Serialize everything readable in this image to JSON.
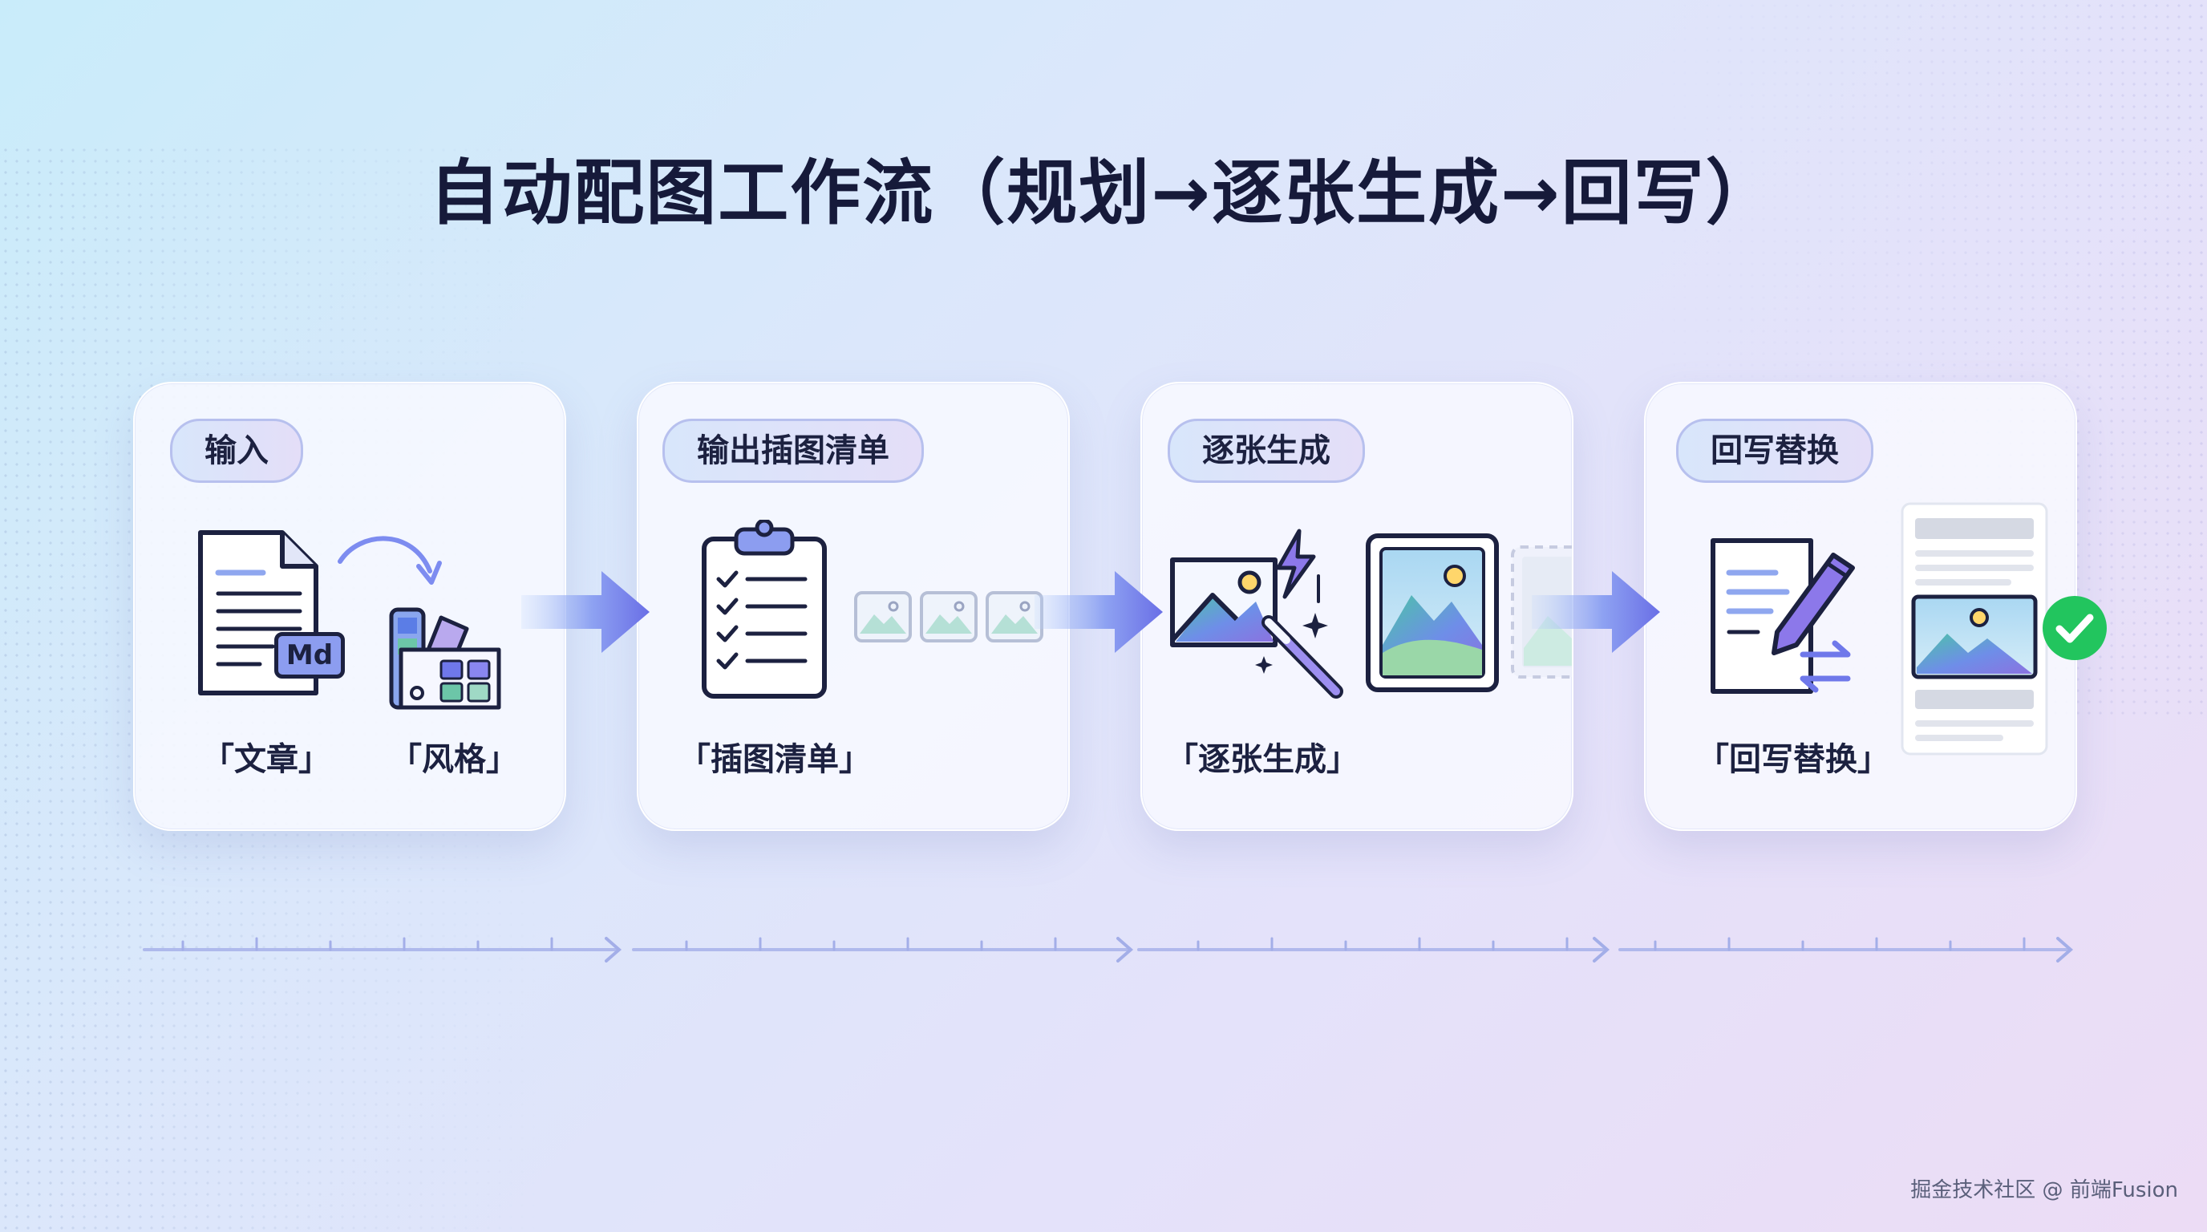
{
  "title": "自动配图工作流（规划→逐张生成→回写）",
  "steps": [
    {
      "tag": "输入",
      "captions": [
        "「文章」",
        "「风格」"
      ],
      "icons": [
        "markdown-document-icon",
        "color-palette-icon"
      ],
      "badge": "Md"
    },
    {
      "tag": "输出插图清单",
      "captions": [
        "「插图清单」"
      ],
      "icons": [
        "clipboard-checklist-icon",
        "image-thumbnail-icon"
      ]
    },
    {
      "tag": "逐张生成",
      "captions": [
        "「逐张生成」"
      ],
      "icons": [
        "image-magic-wand-icon",
        "framed-landscape-icon"
      ]
    },
    {
      "tag": "回写替换",
      "captions": [
        "「回写替换」"
      ],
      "icons": [
        "document-edit-replace-icon",
        "article-with-image-icon",
        "check-circle-icon"
      ]
    }
  ],
  "colors": {
    "accent": "#6f78ea",
    "check": "#22c55e",
    "title": "#161a3a"
  },
  "watermark": "掘金技术社区 @ 前端Fusion"
}
